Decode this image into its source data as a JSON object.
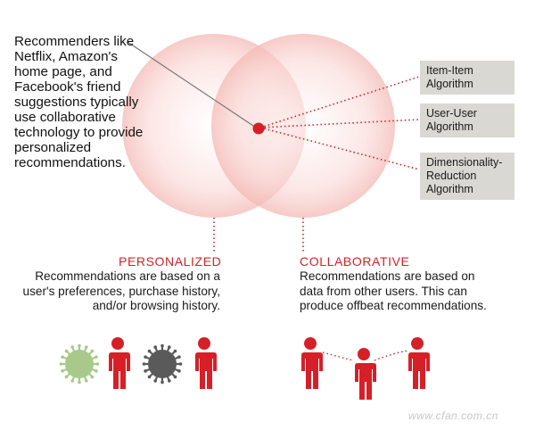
{
  "intro_text": "Recommenders like Netflix, Amazon's home page, and Facebook's friend suggestions typically use collaborative technology to provide personalized recommendations.",
  "algorithms": [
    {
      "label": "Item-Item Algorithm"
    },
    {
      "label": "User-User Algorithm"
    },
    {
      "label": "Dimensionality-Reduction Algorithm"
    }
  ],
  "personalized": {
    "heading": "PERSONALIZED",
    "description": "Recommendations are based on a user's preferences, purchase history, and/or browsing history."
  },
  "collaborative": {
    "heading": "COLLABORATIVE",
    "description": "Recommendations are based on data from other users. This can produce offbeat recommendations."
  },
  "watermark": "www.cfan.com.cn",
  "colors": {
    "accent_red": "#d62027",
    "circle_fill": "#f7c9c6",
    "germ_green": "#a8c98a",
    "germ_gray": "#5a5a5a",
    "algo_box": "#d9d8d3"
  },
  "icons": [
    "green-virus-icon",
    "person-icon",
    "gray-virus-icon",
    "person-icon",
    "person-icon",
    "person-icon",
    "person-icon"
  ]
}
